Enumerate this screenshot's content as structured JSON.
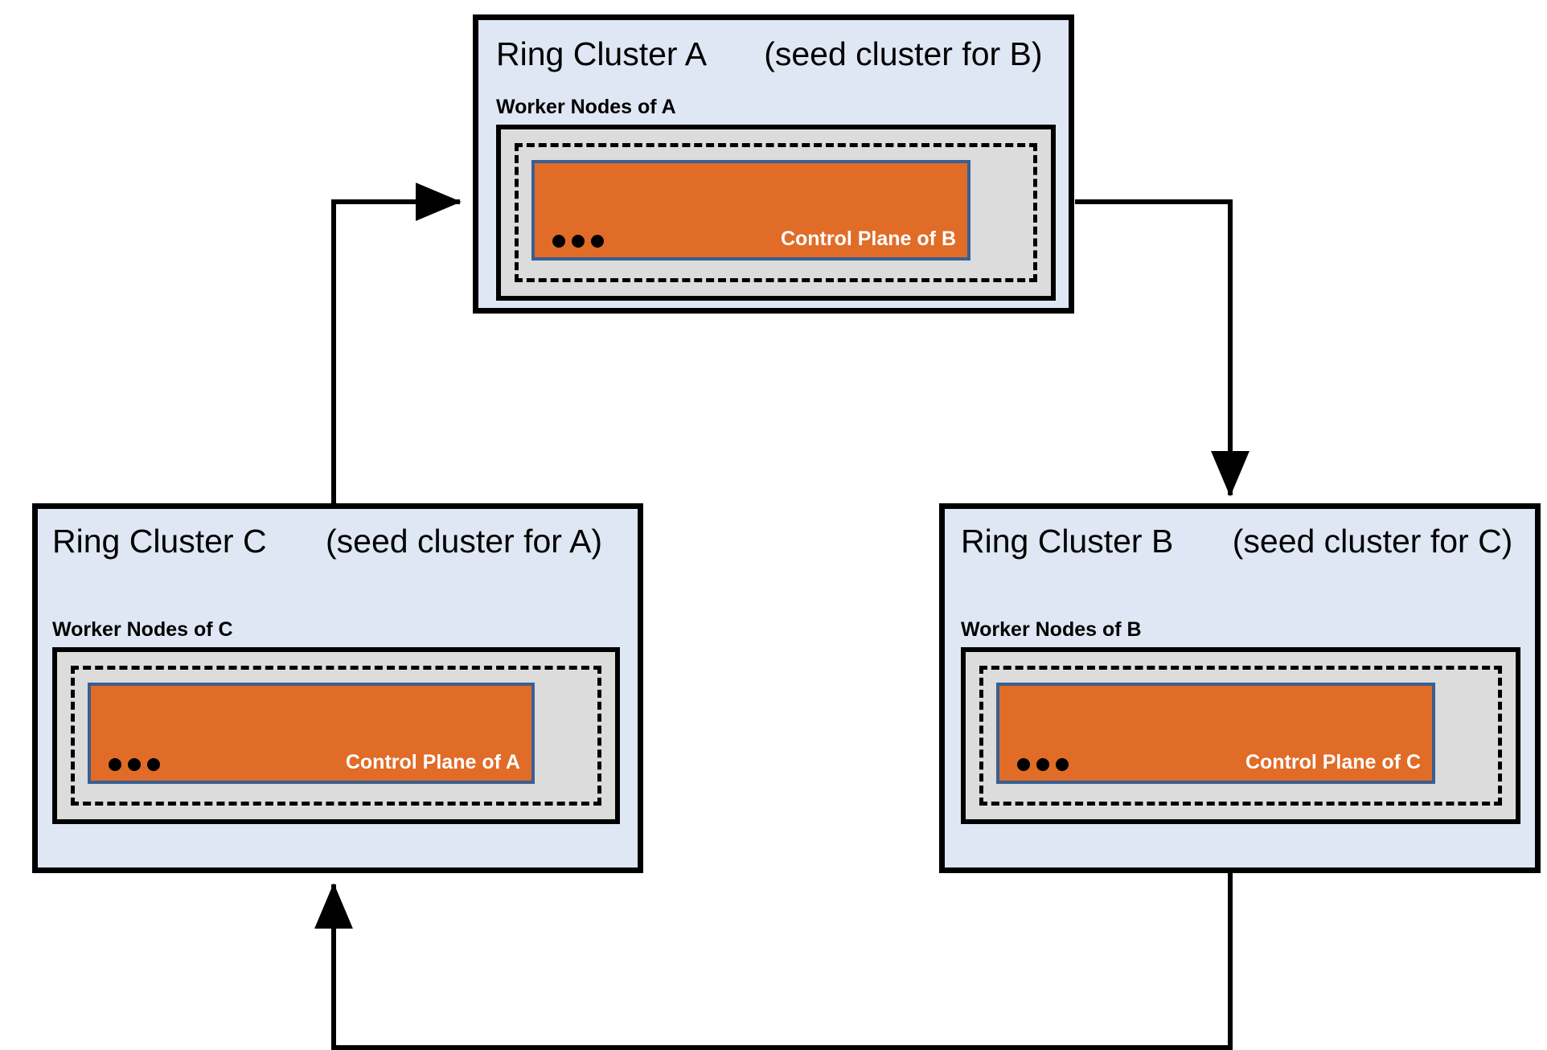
{
  "diagram": {
    "title_text_style": "ring topology of seed clusters",
    "clusters": [
      {
        "id": "A",
        "name": "Ring Cluster A",
        "seed_note": "(seed cluster for B)",
        "worker_label": "Worker Nodes of A",
        "control_plane_label": "Control Plane of B",
        "ellipsis": "•••"
      },
      {
        "id": "C",
        "name": "Ring Cluster C",
        "seed_note": "(seed cluster for A)",
        "worker_label": "Worker Nodes of C",
        "control_plane_label": "Control Plane of A",
        "ellipsis": "•••"
      },
      {
        "id": "B",
        "name": "Ring Cluster B",
        "seed_note": "(seed cluster for C)",
        "worker_label": "Worker Nodes of B",
        "control_plane_label": "Control Plane of C",
        "ellipsis": "•••"
      }
    ],
    "connections": [
      {
        "id": "c-to-a",
        "from": "Ring Cluster C",
        "to": "Ring Cluster A",
        "direction": "up-then-right"
      },
      {
        "id": "a-to-b",
        "from": "Ring Cluster A",
        "to": "Ring Cluster B",
        "direction": "right-then-down"
      },
      {
        "id": "b-to-c",
        "from": "Ring Cluster B",
        "to": "Ring Cluster C",
        "direction": "down-then-left-then-up"
      }
    ],
    "colors": {
      "cluster_fill": "#dee7f3",
      "worker_fill": "#dcdcdc",
      "control_plane_fill": "#e06c28",
      "control_plane_border": "#3a5f92",
      "stroke": "#000000",
      "control_plane_text": "#ffffff"
    }
  }
}
